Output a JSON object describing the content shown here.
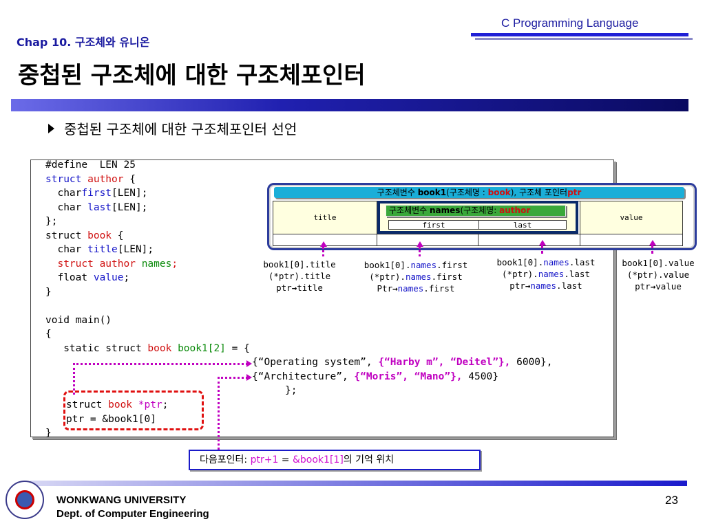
{
  "header": {
    "course": "C Programming Language",
    "chapter": "Chap 10. 구조체와 유니온",
    "title": "중첩된 구조체에 대한 구조체포인터"
  },
  "bullet": "중첩된 구조체에 대한 구조체포인터 선언",
  "code": {
    "l1": "#define  LEN 25",
    "l2a": "struct ",
    "l2b": "author",
    "l2c": " {",
    "l3a": "  char",
    "l3b": "first",
    "l3c": "[LEN];",
    "l4a": "  char ",
    "l4b": "last",
    "l4c": "[LEN];",
    "l5": "};",
    "l6a": "struct ",
    "l6b": "book",
    "l6c": " {",
    "l7a": "  char ",
    "l7b": "title",
    "l7c": "[LEN];",
    "l8a": "  struct author ",
    "l8b": "names",
    "l8c": ";",
    "l9a": "  float ",
    "l9b": "value",
    "l9c": ";",
    "l10": "}",
    "l11": "void main()",
    "l12": "{",
    "l13a": "   static struct ",
    "l13b": "book",
    "l13c": " ",
    "l13d": "book1[2]",
    "l13e": " = {",
    "l14a": "{“Operating system”, ",
    "l14b": "{“Harby m”, “Deitel”},",
    "l14c": " 6000},",
    "l15a": "{“Architecture”, ",
    "l15b": "{“Moris”, “Mano”},",
    "l15c": " 4500}",
    "l16": "};",
    "l17a": "struct ",
    "l17b": "book",
    "l17c": " ",
    "l17d": "*ptr",
    "l17e": ";",
    "l18": "ptr = &book1[0]",
    "l19": "}"
  },
  "diagram": {
    "book_label_a": "구조체변수 ",
    "book_label_b": "book1",
    "book_label_c": "(구조체명 : ",
    "book_label_d": "book",
    "book_label_e": "),  구조체 포인터",
    "book_label_f": "ptr",
    "names_label_a": "구조체변수 ",
    "names_label_b": "names",
    "names_label_c": "(구조체명: ",
    "names_label_d": "author",
    "col_title": "title",
    "col_value": "value",
    "col_first": "first",
    "col_last": "last"
  },
  "annotations": {
    "title": {
      "l1": "book1[0].title",
      "l2": "(*ptr).title",
      "l3a": "ptr",
      "arrow": "→",
      "l3b": "title"
    },
    "first": {
      "l1a": "book1[0].",
      "l1b": "names",
      "l1c": ".first",
      "l2a": "(*ptr).",
      "l2b": "names",
      "l2c": ".first",
      "l3a": "Ptr",
      "arrow": "→",
      "l3b": "names",
      "l3c": ".first"
    },
    "last": {
      "l1a": "book1[0].",
      "l1b": "names",
      "l1c": ".last",
      "l2a": "(*ptr).",
      "l2b": "names",
      "l2c": ".last",
      "l3a": "ptr",
      "arrow": "→",
      "l3b": "names",
      "l3c": ".last"
    },
    "value": {
      "l1": "book1[0].value",
      "l2": "(*ptr).value",
      "l3a": "ptr",
      "arrow": "→",
      "l3b": "value"
    }
  },
  "next_pointer": {
    "label": "다음포인터:  ",
    "expr_a": "ptr+1",
    "expr_b": " = ",
    "expr_c": "&book1[1]",
    "expr_d": "의 기억 위치"
  },
  "footer": {
    "university": "WONKWANG UNIVERSITY",
    "department": "Dept. of Computer Engineering",
    "page": "23"
  },
  "colors": {
    "accent_blue": "#1a1aa0",
    "highlight_magenta": "#c000c0",
    "keyword_red": "#d01010"
  }
}
